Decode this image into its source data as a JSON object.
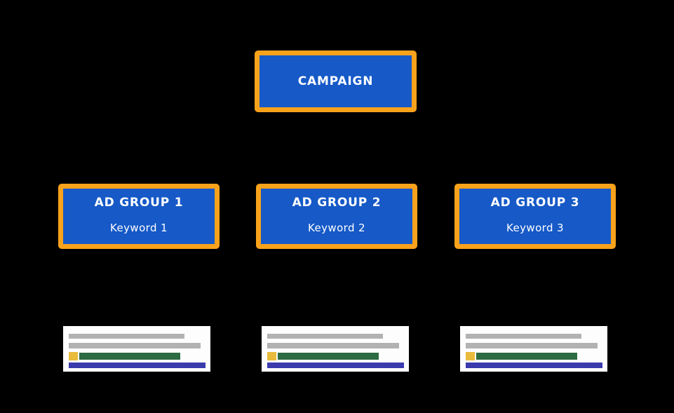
{
  "diagram": {
    "title": "Campaign structure diagram",
    "background_color": "#000000",
    "node_colors": {
      "fill": "#1659C7",
      "border": "#F9A21B",
      "text": "#FFFFFF"
    },
    "campaign": {
      "label": "CAMPAIGN"
    },
    "ad_groups": [
      {
        "label": "AD GROUP 1",
        "keyword": "Keyword 1"
      },
      {
        "label": "AD GROUP 2",
        "keyword": "Keyword 2"
      },
      {
        "label": "AD GROUP 3",
        "keyword": "Keyword 3"
      }
    ],
    "ad_previews": [
      {
        "name": "ad-preview-1",
        "description": "placeholder ad card"
      },
      {
        "name": "ad-preview-2",
        "description": "placeholder ad card"
      },
      {
        "name": "ad-preview-3",
        "description": "placeholder ad card"
      }
    ],
    "ad_preview_colors": {
      "card_background": "#FDFDFD",
      "text_bars": "#B2B2B2",
      "badge": "#E9BB3D",
      "url_bar": "#2D6B42",
      "link_bar": "#3B3BAE"
    }
  }
}
